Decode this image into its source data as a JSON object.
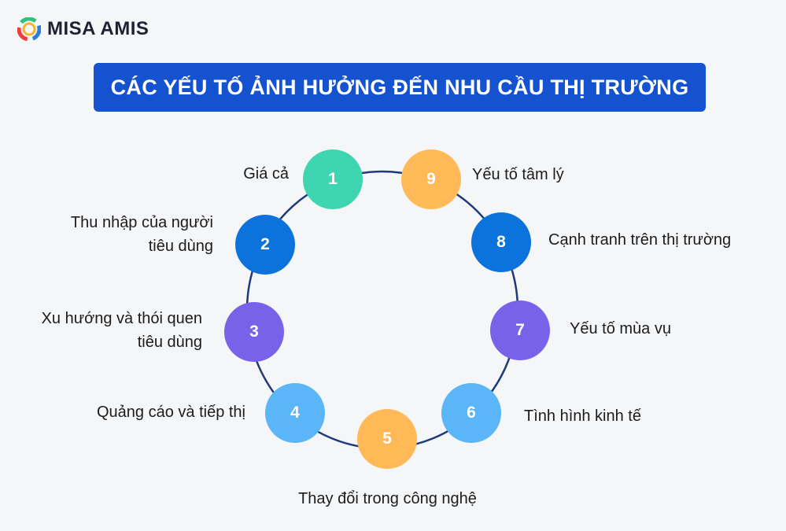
{
  "brand": {
    "name": "MISA AMIS",
    "logo_icon": "misa-swirl-icon"
  },
  "title": "CÁC YẾU TỐ ẢNH HƯỞNG ĐẾN NHU CẦU THỊ TRƯỜNG",
  "colors": {
    "title_bg": "#1552d0",
    "ring": "#1f3a7a",
    "teal": "#3dd6b0",
    "blue": "#0b73db",
    "purple": "#7862ea",
    "light_blue": "#5ab6f7",
    "orange": "#ffb957"
  },
  "nodes": [
    {
      "num": "1",
      "label": "Giá cả",
      "color": "#3dd6b0"
    },
    {
      "num": "2",
      "label_lines": [
        "Thu nhập của người",
        "tiêu dùng"
      ],
      "color": "#0b73db"
    },
    {
      "num": "3",
      "label_lines": [
        "Xu hướng và thói quen",
        "tiêu dùng"
      ],
      "color": "#7862ea"
    },
    {
      "num": "4",
      "label": "Quảng cáo và tiếp thị",
      "color": "#5ab6f7"
    },
    {
      "num": "5",
      "label": "Thay đổi trong công nghệ",
      "color": "#ffb957"
    },
    {
      "num": "6",
      "label": "Tình hình kinh tế",
      "color": "#5ab6f7"
    },
    {
      "num": "7",
      "label": "Yếu tố mùa vụ",
      "color": "#7862ea"
    },
    {
      "num": "8",
      "label": "Cạnh tranh trên thị trường",
      "color": "#0b73db"
    },
    {
      "num": "9",
      "label": "Yếu tố tâm lý",
      "color": "#ffb957"
    }
  ]
}
